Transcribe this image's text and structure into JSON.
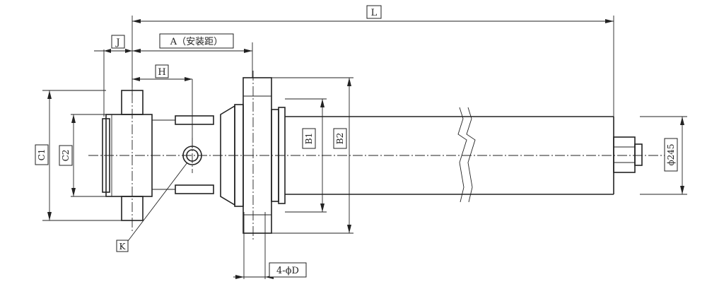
{
  "labels": {
    "L": "L",
    "A": "A（安装距）",
    "J": "J",
    "H": "H",
    "C1": "C1",
    "C2": "C2",
    "B1": "B1",
    "B2": "B2",
    "K": "K",
    "D": "4-ϕD",
    "phi245": "ϕ245"
  }
}
